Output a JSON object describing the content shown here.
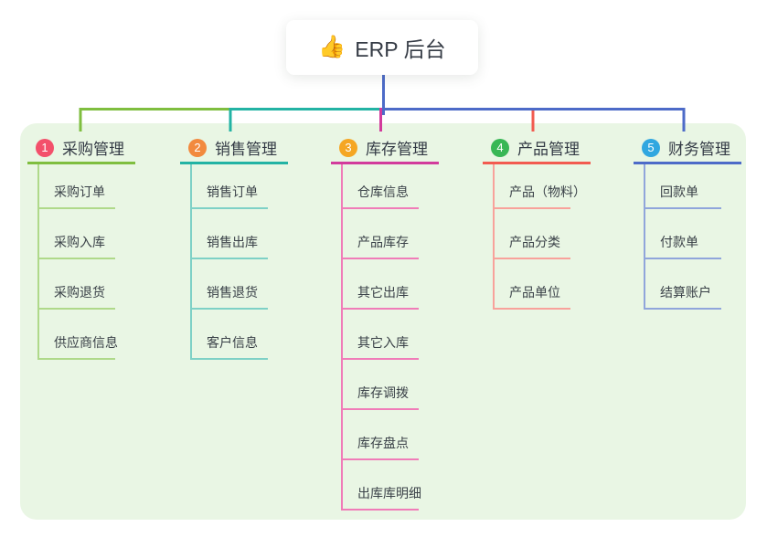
{
  "root": {
    "icon": "thumbs-up",
    "icon_glyph": "👍",
    "label": "ERP 后台"
  },
  "colors": {
    "panel_background": "#E9F6E4",
    "root_line": "#4D6BC8",
    "text_dark": "#333A45"
  },
  "branches": [
    {
      "num": "1",
      "label": "采购管理",
      "color": "#7FBE3F",
      "light": "#AFD98A",
      "badge": "#F3506B",
      "children": [
        "采购订单",
        "采购入库",
        "采购退货",
        "供应商信息"
      ]
    },
    {
      "num": "2",
      "label": "销售管理",
      "color": "#23B3A4",
      "light": "#7ED1C6",
      "badge": "#F28A3E",
      "children": [
        "销售订单",
        "销售出库",
        "销售退货",
        "客户信息"
      ]
    },
    {
      "num": "3",
      "label": "库存管理",
      "color": "#D23B9C",
      "light": "#F07CB8",
      "badge": "#F5A623",
      "children": [
        "仓库信息",
        "产品库存",
        "其它出库",
        "其它入库",
        "库存调拨",
        "库存盘点",
        "出库库明细"
      ]
    },
    {
      "num": "4",
      "label": "产品管理",
      "color": "#F25B50",
      "light": "#F8A29B",
      "badge": "#38B755",
      "children": [
        "产品（物料）",
        "产品分类",
        "产品单位"
      ]
    },
    {
      "num": "5",
      "label": "财务管理",
      "color": "#4D6BC8",
      "light": "#90A5DB",
      "badge": "#31A7E0",
      "children": [
        "回款单",
        "付款单",
        "结算账户"
      ]
    }
  ]
}
